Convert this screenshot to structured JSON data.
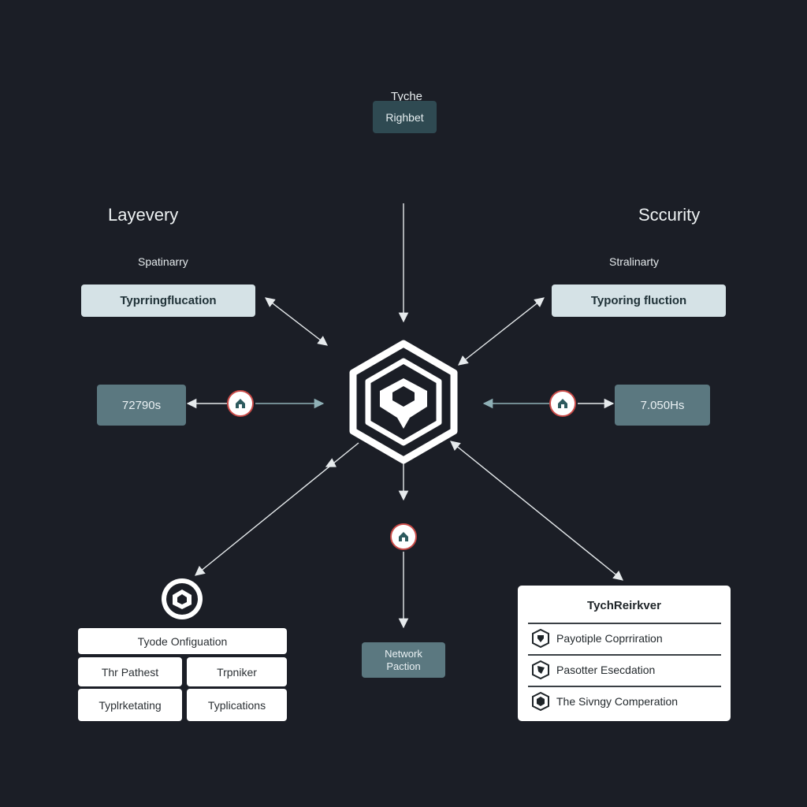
{
  "top": {
    "caption": "Tyche",
    "box": "Righbet"
  },
  "left": {
    "title": "Layevery",
    "subtitle": "Spatinarry",
    "box": "Typrringflucation",
    "metric": "72790s"
  },
  "right": {
    "title": "Sccurity",
    "subtitle": "Stralinarty",
    "box": "Typoring fluction",
    "metric": "7.050Hs"
  },
  "bottom_center": {
    "line1": "Network",
    "line2": "Paction"
  },
  "config": {
    "header": "Tyode Onfiguation",
    "cells": [
      "Thr Pathest",
      "Trpniker",
      "Typlrketating",
      "Typlications"
    ]
  },
  "panel": {
    "title": "TychReirkver",
    "rows": [
      {
        "icon": "shield-icon",
        "label": "Payotiple Coprriration"
      },
      {
        "icon": "shield-icon",
        "label": "Pasotter Esecdation"
      },
      {
        "icon": "cube-icon",
        "label": "The Sivngy Comperation"
      }
    ]
  },
  "colors": {
    "background": "#1b1e26",
    "accent_dark": "#2f4a52",
    "metric": "#5b7880",
    "light_box": "#d5e2e6",
    "badge_ring": "#c94a47"
  },
  "icons": {
    "hub": "hexagon-shield-icon",
    "node": "home-icon",
    "config": "cube-icon"
  }
}
